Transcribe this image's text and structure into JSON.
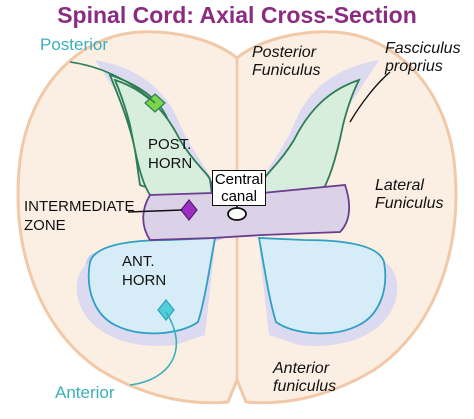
{
  "title": "Spinal Cord: Axial Cross-Section",
  "labels": {
    "posterior": "Posterior",
    "anterior": "Anterior",
    "post_horn": [
      "POST.",
      "HORN"
    ],
    "intermediate_zone": [
      "INTERMEDIATE",
      "ZONE"
    ],
    "ant_horn": [
      "ANT.",
      "HORN"
    ],
    "central_canal": [
      "Central",
      "canal"
    ],
    "posterior_funiculus": [
      "Posterior",
      "Funiculus"
    ],
    "fasciculus_proprius": [
      "Fasciculus",
      "proprius"
    ],
    "lateral_funiculus": [
      "Lateral",
      "Funiculus"
    ],
    "anterior_funiculus": [
      "Anterior",
      "funiculus"
    ]
  },
  "colors": {
    "title": "#8c2b82",
    "white_matter": "#fbeee3",
    "outline": "#f2c9a8",
    "fasciculus_band": "#dcdaf0",
    "posterior_horn": "#d7eedd",
    "anterior_horn": "#d6ecf6",
    "intermediate_zone": "#dcd2e8",
    "intermediate_outline": "#6b3d8f",
    "anterior_horn_outline": "#2f9fc4",
    "posterior_horn_outline": "#2e7d57",
    "posterior_marker": "#7bd34a",
    "intermediate_marker": "#9b2fc2",
    "anterior_marker": "#4fd0d8",
    "teal_text": "#3bb0b8"
  }
}
